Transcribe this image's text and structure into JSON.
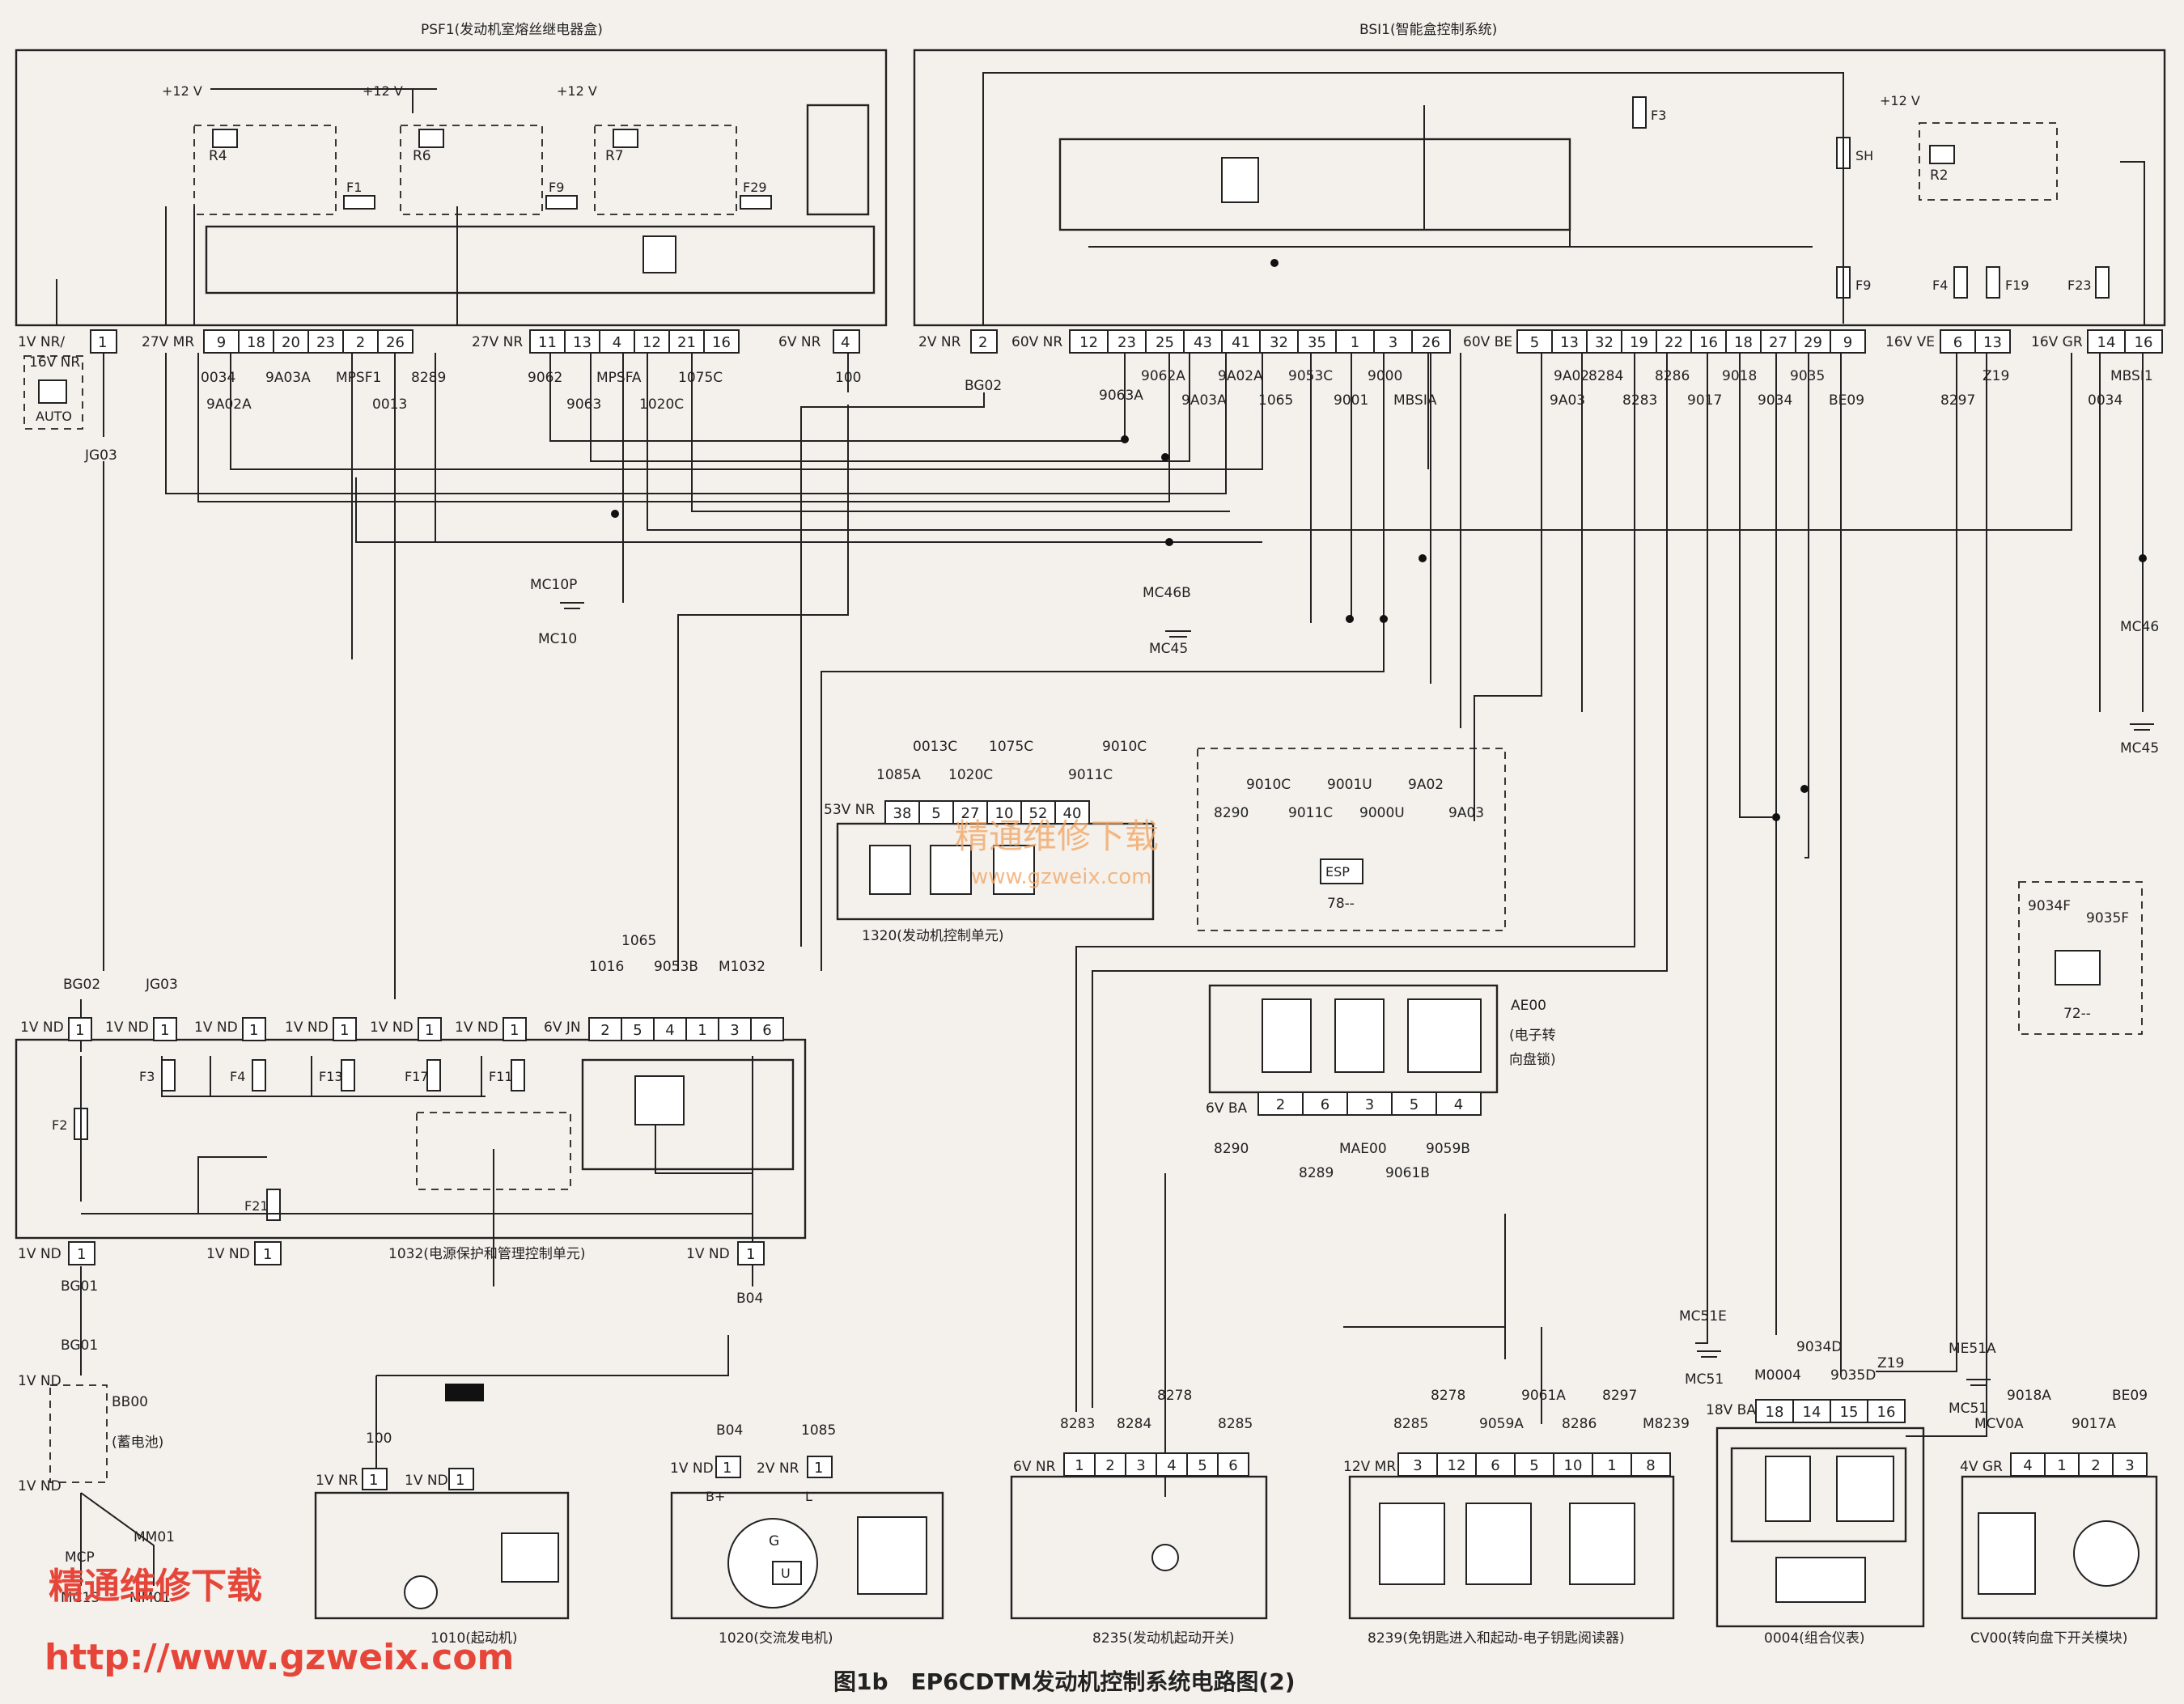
{
  "title": "图1b　EP6CDTM发动机控制系统电路图(2)",
  "watermarks": {
    "brand_cn": "精通维修下载",
    "url": "http://www.gzweix.com",
    "center_cn": "精通维修下载",
    "center_url": "www.gzweix.com"
  },
  "components": {
    "psf1": {
      "name": "PSF1(发动机室熔丝继电器盒)",
      "relays": [
        "R4",
        "R6",
        "R7"
      ],
      "fuses": [
        "F1",
        "F9",
        "F29"
      ],
      "supply": "+12 V",
      "connectors": [
        {
          "label": "1V NR/",
          "pins": [
            "1"
          ]
        },
        {
          "label": "27V MR",
          "pins": [
            "9",
            "18",
            "20",
            "23",
            "2",
            "26"
          ]
        },
        {
          "label": "27V NR",
          "pins": [
            "11",
            "13",
            "4",
            "12",
            "21",
            "16"
          ]
        },
        {
          "label": "6V NR",
          "pins": [
            "4"
          ]
        }
      ],
      "wires": [
        "0034",
        "9A02A",
        "9A03A",
        "MPSF1",
        "0013",
        "8289",
        "9062",
        "9063",
        "MPSFA",
        "1020C",
        "1075C",
        "100"
      ]
    },
    "bsi1": {
      "name": "BSI1(智能盒控制系统)",
      "relays": [
        "R2"
      ],
      "fuses": [
        "F3",
        "SH",
        "F9",
        "F4",
        "F19",
        "F23"
      ],
      "supply": "+12 V",
      "connectors": [
        {
          "label": "2V NR",
          "pins": [
            "2"
          ]
        },
        {
          "label": "60V NR",
          "pins": [
            "12",
            "23",
            "25",
            "43",
            "41",
            "32",
            "35",
            "1",
            "3",
            "26"
          ]
        },
        {
          "label": "60V BE",
          "pins": [
            "5",
            "13",
            "32",
            "19",
            "22",
            "16",
            "18",
            "27",
            "29",
            "9"
          ]
        },
        {
          "label": "16V VE",
          "pins": [
            "6",
            "13"
          ]
        },
        {
          "label": "16V GR",
          "pins": [
            "14",
            "16"
          ]
        }
      ],
      "wires": [
        "BG02",
        "9063A",
        "9062A",
        "9A03A",
        "9A02A",
        "1065",
        "9053C",
        "9001",
        "9000",
        "MBSIA",
        "9A02",
        "9A03",
        "8284",
        "8283",
        "8286",
        "9017",
        "9018",
        "9034",
        "9035",
        "BE09",
        "8297",
        "Z19",
        "0034",
        "MBSI1"
      ]
    },
    "ecu1320": {
      "name": "1320(发动机控制单元)",
      "connector": "53V NR",
      "pins": [
        "38",
        "5",
        "27",
        "10",
        "52",
        "40"
      ],
      "wires": [
        "1085A",
        "0013C",
        "1020C",
        "1075C",
        "9011C",
        "9010C"
      ]
    },
    "esp": {
      "name": "78--",
      "label": "ESP",
      "wires": [
        "8290",
        "9010C",
        "9011C",
        "9001U",
        "9000U",
        "9A02",
        "9A03"
      ]
    },
    "module72": {
      "name": "72--",
      "wires": [
        "9034F",
        "9035F"
      ]
    },
    "ae00": {
      "name": "AE00",
      "desc1": "(电子转",
      "desc2": "向盘锁)",
      "connector": "6V BA",
      "pins": [
        "2",
        "6",
        "3",
        "5",
        "4"
      ],
      "wires": [
        "8290",
        "8289",
        "MAE00",
        "9061B",
        "9059B"
      ]
    },
    "bsm1032": {
      "name": "1032(电源保护和管理控制单元)",
      "connectors_top": [
        "1V ND",
        "1V ND",
        "1V ND",
        "1V ND",
        "1V ND",
        "1V ND"
      ],
      "connector_jn": "6V JN",
      "pins_jn": [
        "2",
        "5",
        "4",
        "1",
        "3",
        "6"
      ],
      "fuses": [
        "F3",
        "F4",
        "F13",
        "F17",
        "F11",
        "F2",
        "F21"
      ],
      "top_wires": [
        "BG02",
        "JG03",
        "1016",
        "1065",
        "9053B",
        "M1032"
      ],
      "bottom_connectors": [
        "1V ND",
        "1V ND",
        "1V ND"
      ],
      "bottom_wires": [
        "BG01",
        "B04"
      ]
    },
    "battery": {
      "name": "BB00",
      "desc": "(蓄电池)",
      "wires": [
        "BG01",
        "MCP",
        "MM01",
        "MC13",
        "MM01"
      ],
      "connector": "1V ND"
    },
    "starter": {
      "name": "1010(起动机)",
      "connectors": [
        "1V NR",
        "1V ND"
      ],
      "wire": "100"
    },
    "alternator": {
      "name": "1020(交流发电机)",
      "connectors": [
        "1V ND",
        "2V NR"
      ],
      "terminals": [
        "B+",
        "L"
      ],
      "wires": [
        "B04",
        "1085"
      ],
      "gen_label": "G",
      "reg_label": "U"
    },
    "start_switch": {
      "name": "8235(发动机起动开关)",
      "connector": "6V NR",
      "pins": [
        "1",
        "2",
        "3",
        "4",
        "5",
        "6"
      ],
      "wires": [
        "8283",
        "8284",
        "8278",
        "8285"
      ]
    },
    "keyless": {
      "name": "8239(免钥匙进入和起动-电子钥匙阅读器)",
      "connector": "12V MR",
      "pins": [
        "3",
        "12",
        "6",
        "5",
        "10",
        "1",
        "8"
      ],
      "wires": [
        "8285",
        "8278",
        "9059A",
        "9061A",
        "8286",
        "8297",
        "M8239"
      ]
    },
    "cluster": {
      "name": "0004(组合仪表)",
      "connector": "18V BA",
      "pins": [
        "18",
        "14",
        "15",
        "16"
      ],
      "wires": [
        "M0004",
        "9034D",
        "9035D",
        "Z19"
      ]
    },
    "cv00": {
      "name": "CV00(转向盘下开关模块)",
      "connector": "4V GR",
      "pins": [
        "4",
        "1",
        "2",
        "3"
      ],
      "wires": [
        "MCV0A",
        "9018A",
        "9017A",
        "BE09"
      ]
    },
    "auto_switch": {
      "connector": "16V NR",
      "label": "AUTO"
    },
    "grounds": [
      "MC10P",
      "MC10",
      "MC46B",
      "MC45",
      "MC46",
      "MC45",
      "MC51E",
      "MC51",
      "ME51A",
      "MC51"
    ],
    "misc_wires": [
      "JG03"
    ]
  }
}
